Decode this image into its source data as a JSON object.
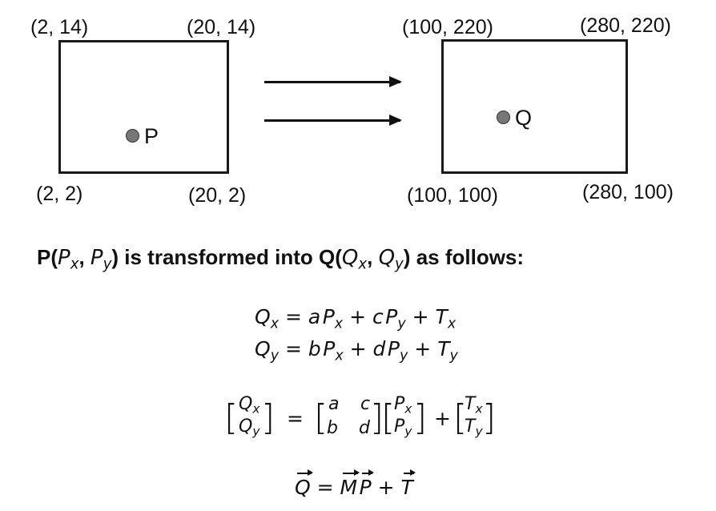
{
  "source_rect": {
    "top_left": "(2, 14)",
    "top_right": "(20, 14)",
    "bottom_left": "(2, 2)",
    "bottom_right": "(20, 2)",
    "point_label": "P"
  },
  "target_rect": {
    "top_left": "(100, 220)",
    "top_right": "(280, 220)",
    "bottom_left": "(100, 100)",
    "bottom_right": "(280, 100)",
    "point_label": "Q"
  },
  "description": {
    "p": "P",
    "p_args": "P",
    "p_x": "x",
    "p_y": "y",
    "middle": " is transformed into ",
    "q": "Q",
    "q_args": "Q",
    "q_x": "x",
    "q_y": "y",
    "ending": " as follows:"
  },
  "equations": {
    "line1": {
      "lhs": "Q",
      "lhs_sub": "x",
      "t1_coef": "a",
      "t1_var": "P",
      "t1_sub": "x",
      "t2_coef": "c",
      "t2_var": "P",
      "t2_sub": "y",
      "t3_var": "T",
      "t3_sub": "x"
    },
    "line2": {
      "lhs": "Q",
      "lhs_sub": "y",
      "t1_coef": "b",
      "t1_var": "P",
      "t1_sub": "x",
      "t2_coef": "d",
      "t2_var": "P",
      "t2_sub": "y",
      "t3_var": "T",
      "t3_sub": "y"
    },
    "matrix": {
      "q_top": "Q",
      "q_top_sub": "x",
      "q_bot": "Q",
      "q_bot_sub": "y",
      "m_a": "a",
      "m_c": "c",
      "m_b": "b",
      "m_d": "d",
      "p_top": "P",
      "p_top_sub": "x",
      "p_bot": "P",
      "p_bot_sub": "y",
      "t_top": "T",
      "t_top_sub": "x",
      "t_bot": "T",
      "t_bot_sub": "y"
    },
    "vector": {
      "q": "Q",
      "m": "M",
      "p": "P",
      "t": "T"
    }
  }
}
